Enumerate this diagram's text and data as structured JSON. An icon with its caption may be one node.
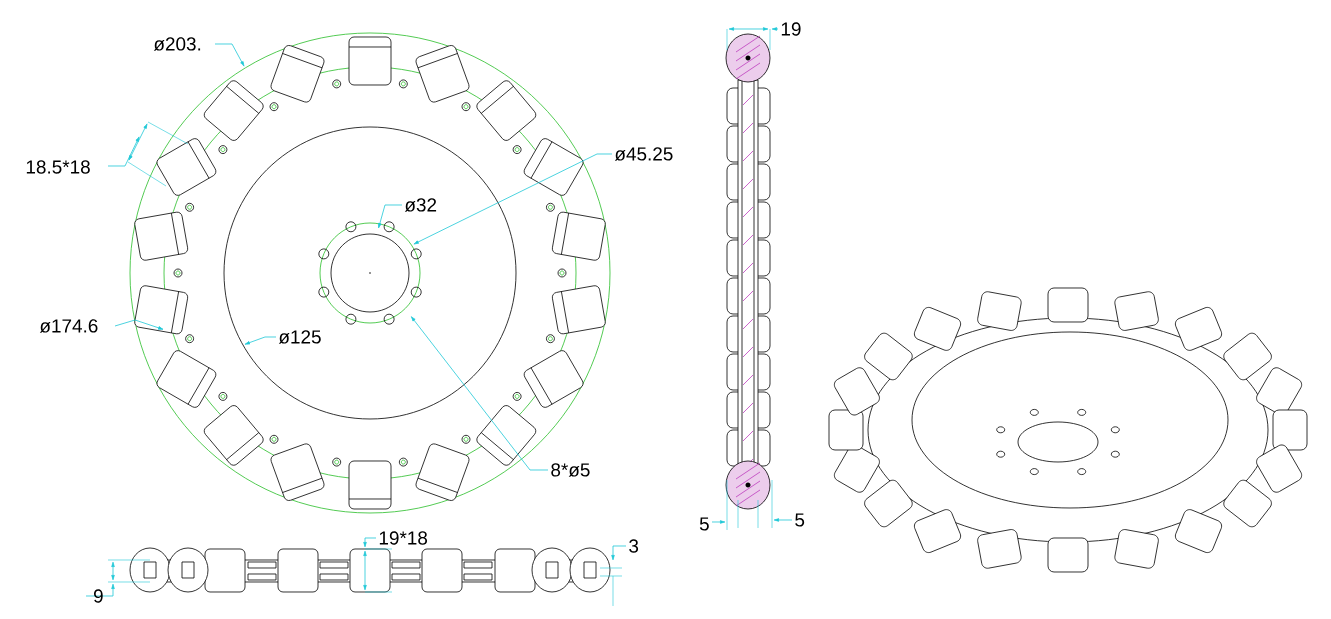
{
  "diagram": {
    "labels": [
      "ø203.",
      "18.5*18",
      "ø45.25",
      "ø32",
      "ø174.6",
      "ø125",
      "8*ø5",
      "19",
      "5",
      "5",
      "19*18",
      "3",
      "9"
    ]
  }
}
